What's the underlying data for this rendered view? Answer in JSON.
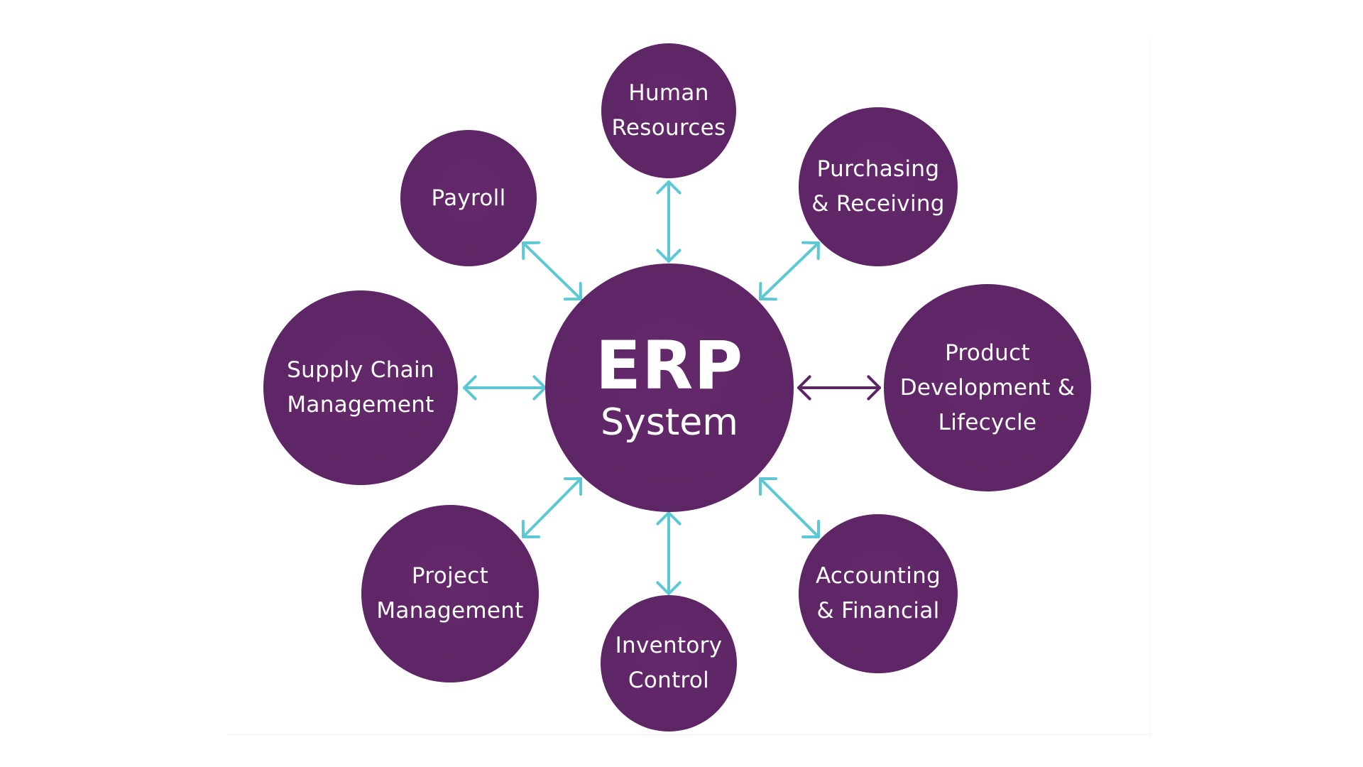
{
  "colors": {
    "node_fill": "#5b2463",
    "node_fill_light": "#64296b",
    "arrow_primary": "#5bc8d3",
    "arrow_accent": "#5b2463",
    "text": "#ffffff",
    "background": "#ffffff"
  },
  "center": {
    "title": "ERP",
    "subtitle": "System"
  },
  "modules": [
    {
      "id": "human-resources",
      "lines": [
        "Human",
        "Resources"
      ]
    },
    {
      "id": "purchasing-receiving",
      "lines": [
        "Purchasing",
        "& Receiving"
      ]
    },
    {
      "id": "product-development-lifecycle",
      "lines": [
        "Product",
        "Development &",
        "Lifecycle"
      ]
    },
    {
      "id": "accounting-financial",
      "lines": [
        "Accounting",
        "& Financial"
      ]
    },
    {
      "id": "inventory-control",
      "lines": [
        "Inventory",
        "Control"
      ]
    },
    {
      "id": "project-management",
      "lines": [
        "Project",
        "Management"
      ]
    },
    {
      "id": "supply-chain-management",
      "lines": [
        "Supply Chain",
        "Management"
      ]
    },
    {
      "id": "payroll",
      "lines": [
        "Payroll"
      ]
    }
  ],
  "connectors": [
    {
      "to": "human-resources",
      "style": "primary"
    },
    {
      "to": "purchasing-receiving",
      "style": "primary"
    },
    {
      "to": "product-development-lifecycle",
      "style": "accent"
    },
    {
      "to": "accounting-financial",
      "style": "primary"
    },
    {
      "to": "inventory-control",
      "style": "primary"
    },
    {
      "to": "project-management",
      "style": "primary"
    },
    {
      "to": "supply-chain-management",
      "style": "primary"
    },
    {
      "to": "payroll",
      "style": "primary"
    }
  ]
}
